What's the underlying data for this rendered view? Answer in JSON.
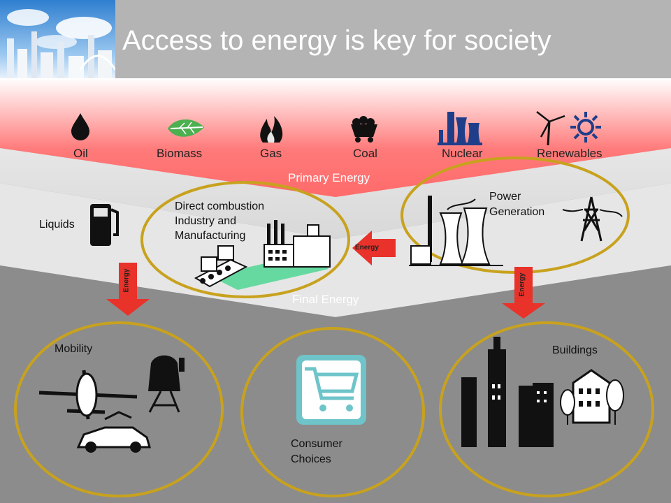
{
  "title": "Access to energy is key for society",
  "primary_sources": [
    {
      "label": "Oil",
      "icon": "oil-drop-icon"
    },
    {
      "label": "Biomass",
      "icon": "leaf-icon"
    },
    {
      "label": "Gas",
      "icon": "flame-icon"
    },
    {
      "label": "Coal",
      "icon": "coal-cart-icon"
    },
    {
      "label": "Nuclear",
      "icon": "nuclear-plant-icon"
    },
    {
      "label": "Renewables",
      "icon": "wind-sun-icon"
    }
  ],
  "primary_energy_label": "Primary Energy",
  "final_energy_label": "Final Energy",
  "liquids_label": "Liquids",
  "direct_combustion_label": "Direct combustion Industry and Manufacturing",
  "direct_combustion_lines": [
    "Direct combustion",
    "Industry and",
    "Manufacturing"
  ],
  "power_generation_lines": [
    "Power",
    "Generation"
  ],
  "energy_arrow_label": "Energy",
  "mobility_label": "Mobility",
  "consumer_choices_lines": [
    "Consumer",
    "Choices"
  ],
  "buildings_label": "Buildings",
  "colors": {
    "header_bg": "#b4b4b4",
    "primary_band": "#ff8080",
    "final_band": "#e6e6e6",
    "bottom_bg": "#8a8a8a",
    "ellipse_outline": "#c8a21e",
    "arrow_red": "#e8322a",
    "cart_teal": "#6ec4c9"
  }
}
